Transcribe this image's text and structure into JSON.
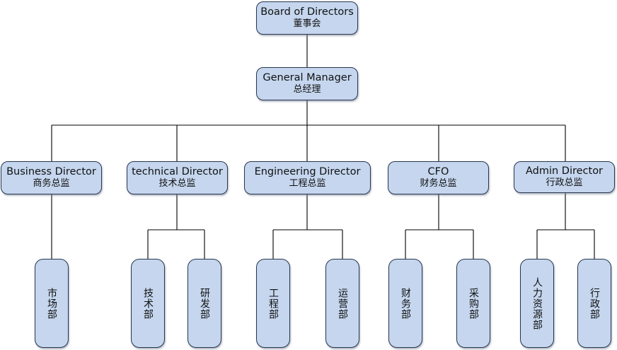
{
  "root": {
    "en": "Board of Directors",
    "zh": "董事会"
  },
  "general_manager": {
    "en": "General Manager",
    "zh": "总经理"
  },
  "directors": [
    {
      "en": "Business Director",
      "zh": "商务总监"
    },
    {
      "en": "technical Director",
      "zh": "技术总监"
    },
    {
      "en": "Engineering Director",
      "zh": "工程总监"
    },
    {
      "en": "CFO",
      "zh": "财务总监"
    },
    {
      "en": "Admin Director",
      "zh": "行政总监"
    }
  ],
  "departments": [
    {
      "label": "市场部"
    },
    {
      "label": "技术部"
    },
    {
      "label": "研发部"
    },
    {
      "label": "工程部"
    },
    {
      "label": "运营部"
    },
    {
      "label": "财务部"
    },
    {
      "label": "采购部"
    },
    {
      "label": "人力资源部"
    },
    {
      "label": "行政部"
    }
  ],
  "colors": {
    "box_fill": "#c5d6ee",
    "box_border": "#27364f",
    "line": "#000000"
  }
}
